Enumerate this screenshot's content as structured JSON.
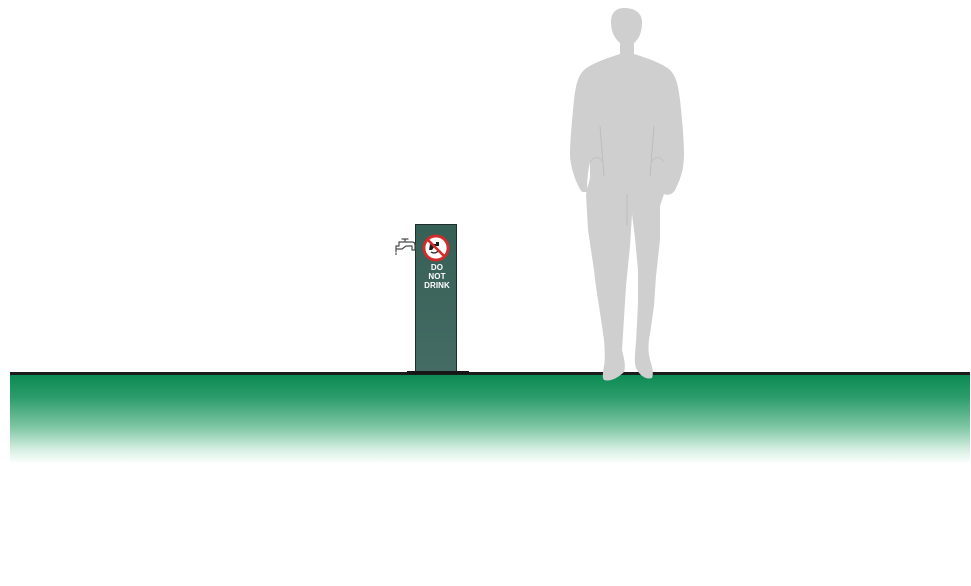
{
  "scene": {
    "post_sign": {
      "text_lines": [
        "DO",
        "NOT",
        "DRINK"
      ],
      "symbol": "no-drinking-sign-icon"
    },
    "colors": {
      "ground_top": "#0b8a53",
      "ground_bottom": "#ffffff",
      "post_fill": "#446c64",
      "person_fill": "#cfcfcf",
      "warning_red": "#d42a2a",
      "line_dark": "#1c1c1c"
    },
    "icons": {
      "tap": "tap-icon",
      "person": "person-silhouette-icon"
    }
  }
}
